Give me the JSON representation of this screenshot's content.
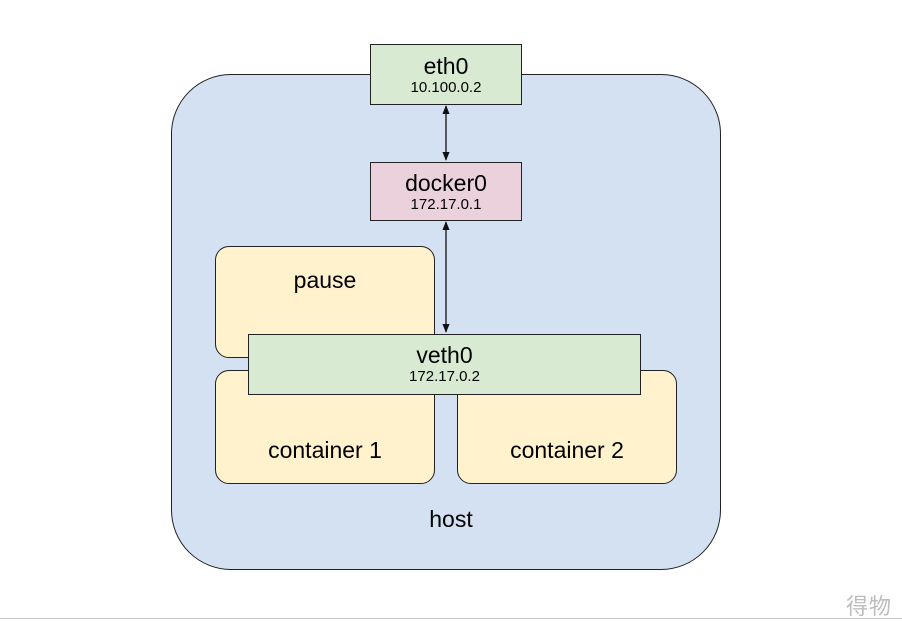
{
  "host": {
    "label": "host"
  },
  "eth0": {
    "name": "eth0",
    "ip": "10.100.0.2"
  },
  "docker0": {
    "name": "docker0",
    "ip": "172.17.0.1"
  },
  "veth0": {
    "name": "veth0",
    "ip": "172.17.0.2"
  },
  "containers": {
    "pause": "pause",
    "container1": "container 1",
    "container2": "container 2"
  },
  "links": [
    {
      "from": "eth0",
      "to": "docker0",
      "bidirectional": true
    },
    {
      "from": "docker0",
      "to": "veth0",
      "bidirectional": true
    }
  ],
  "colors": {
    "host": "#d4e1f2",
    "interface_green": "#d9ead3",
    "bridge_pink": "#ead1dc",
    "container_yellow": "#fff2cc"
  },
  "watermark": "得物"
}
